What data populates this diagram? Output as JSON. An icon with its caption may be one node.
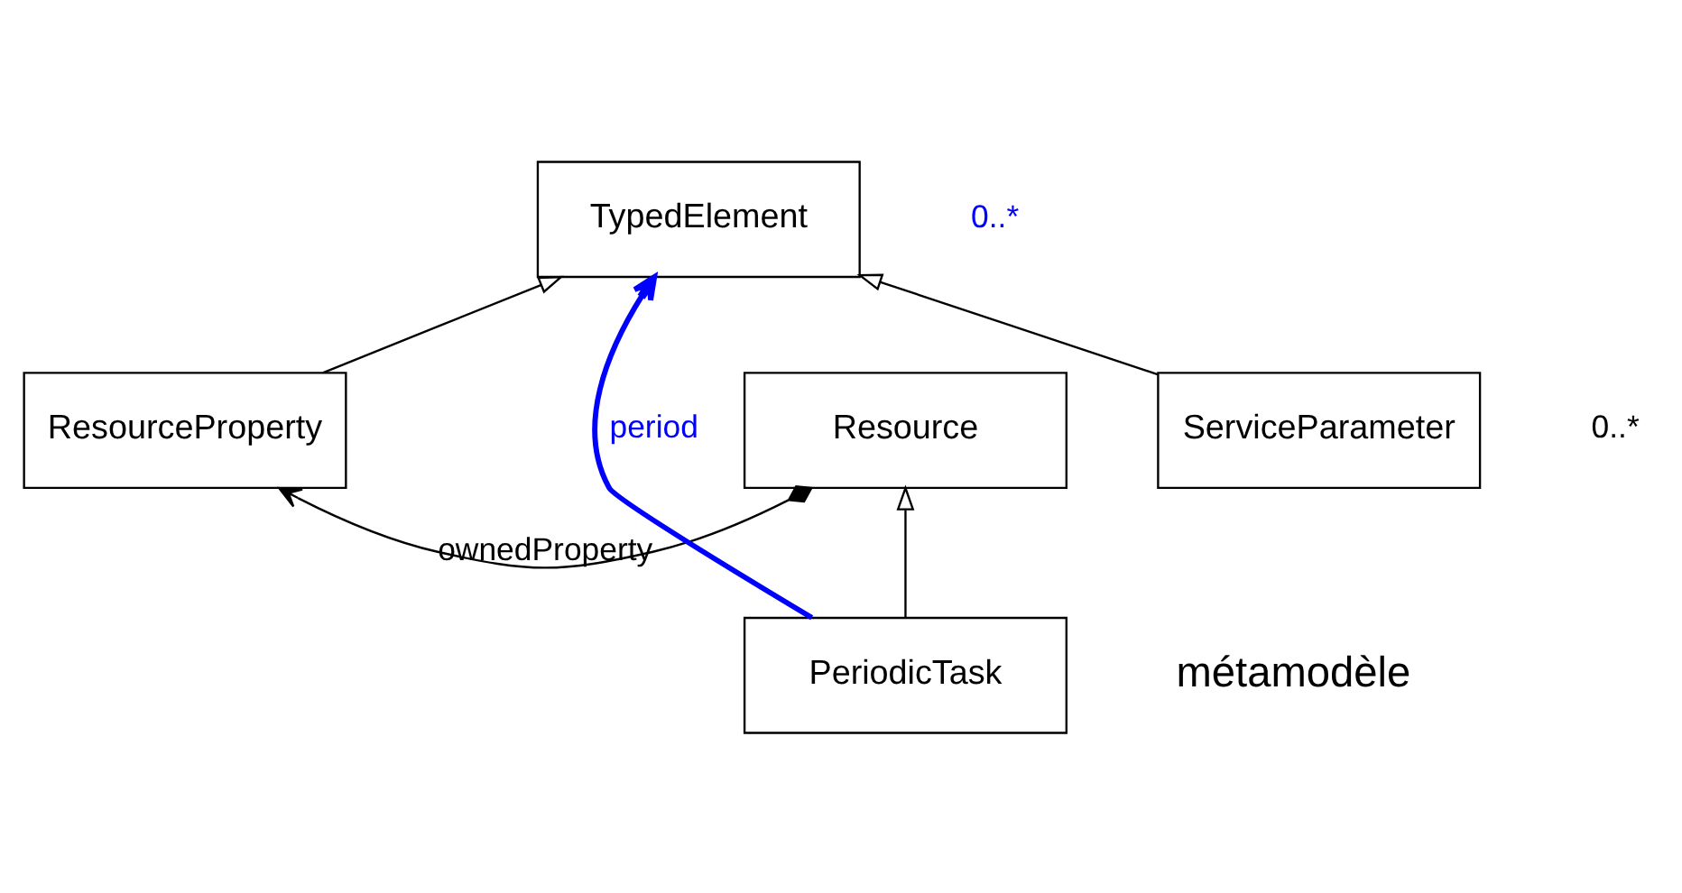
{
  "diagram": {
    "nodes": [
      {
        "text": [
          "TypedElement"
        ]
      },
      {
        "text": [
          "Resource"
        ]
      },
      {
        "text": [
          "ResourceProperty"
        ]
      },
      {
        "text": [
          "ServiceParameter"
        ]
      },
      {
        "text": [
          "PeriodicTask"
        ]
      }
    ],
    "edges": [
      {
        "from": 2,
        "to": 0,
        "arrow": "to"
      },
      {
        "from": 3,
        "to": 0,
        "arrow": "to"
      },
      {
        "from": 4,
        "to": 1,
        "arrow": "to"
      },
      {
        "from": 1,
        "to": 2,
        "arrow": "to",
        "label": "ownedProperty"
      },
      {
        "from": 4,
        "to": 0,
        "arrow": "to",
        "label": "period",
        "style": "thick",
        "color": "#0000ff"
      }
    ],
    "labels": [
      "0..*",
      "0..*",
      "métamodèle"
    ]
  }
}
